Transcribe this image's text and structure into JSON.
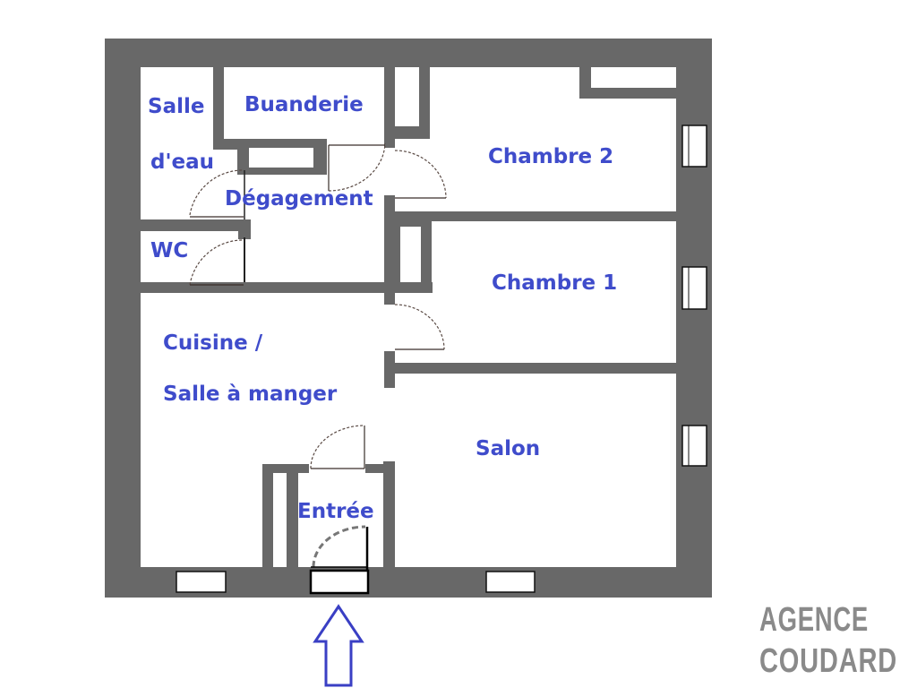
{
  "rooms": {
    "salle_eau_1": "Salle",
    "salle_eau_2": "d'eau",
    "buanderie": "Buanderie",
    "degagement": "Dégagement",
    "wc": "WC",
    "chambre2": "Chambre 2",
    "chambre1": "Chambre 1",
    "cuisine_1": "Cuisine /",
    "cuisine_2": "Salle à manger",
    "salon": "Salon",
    "entree": "Entrée"
  },
  "logo": {
    "line1": "AGENCE",
    "line2": "COUDARD"
  },
  "colors": {
    "wall": "#686868",
    "label": "#3f4ccb",
    "arrow": "#3a3fc4"
  }
}
